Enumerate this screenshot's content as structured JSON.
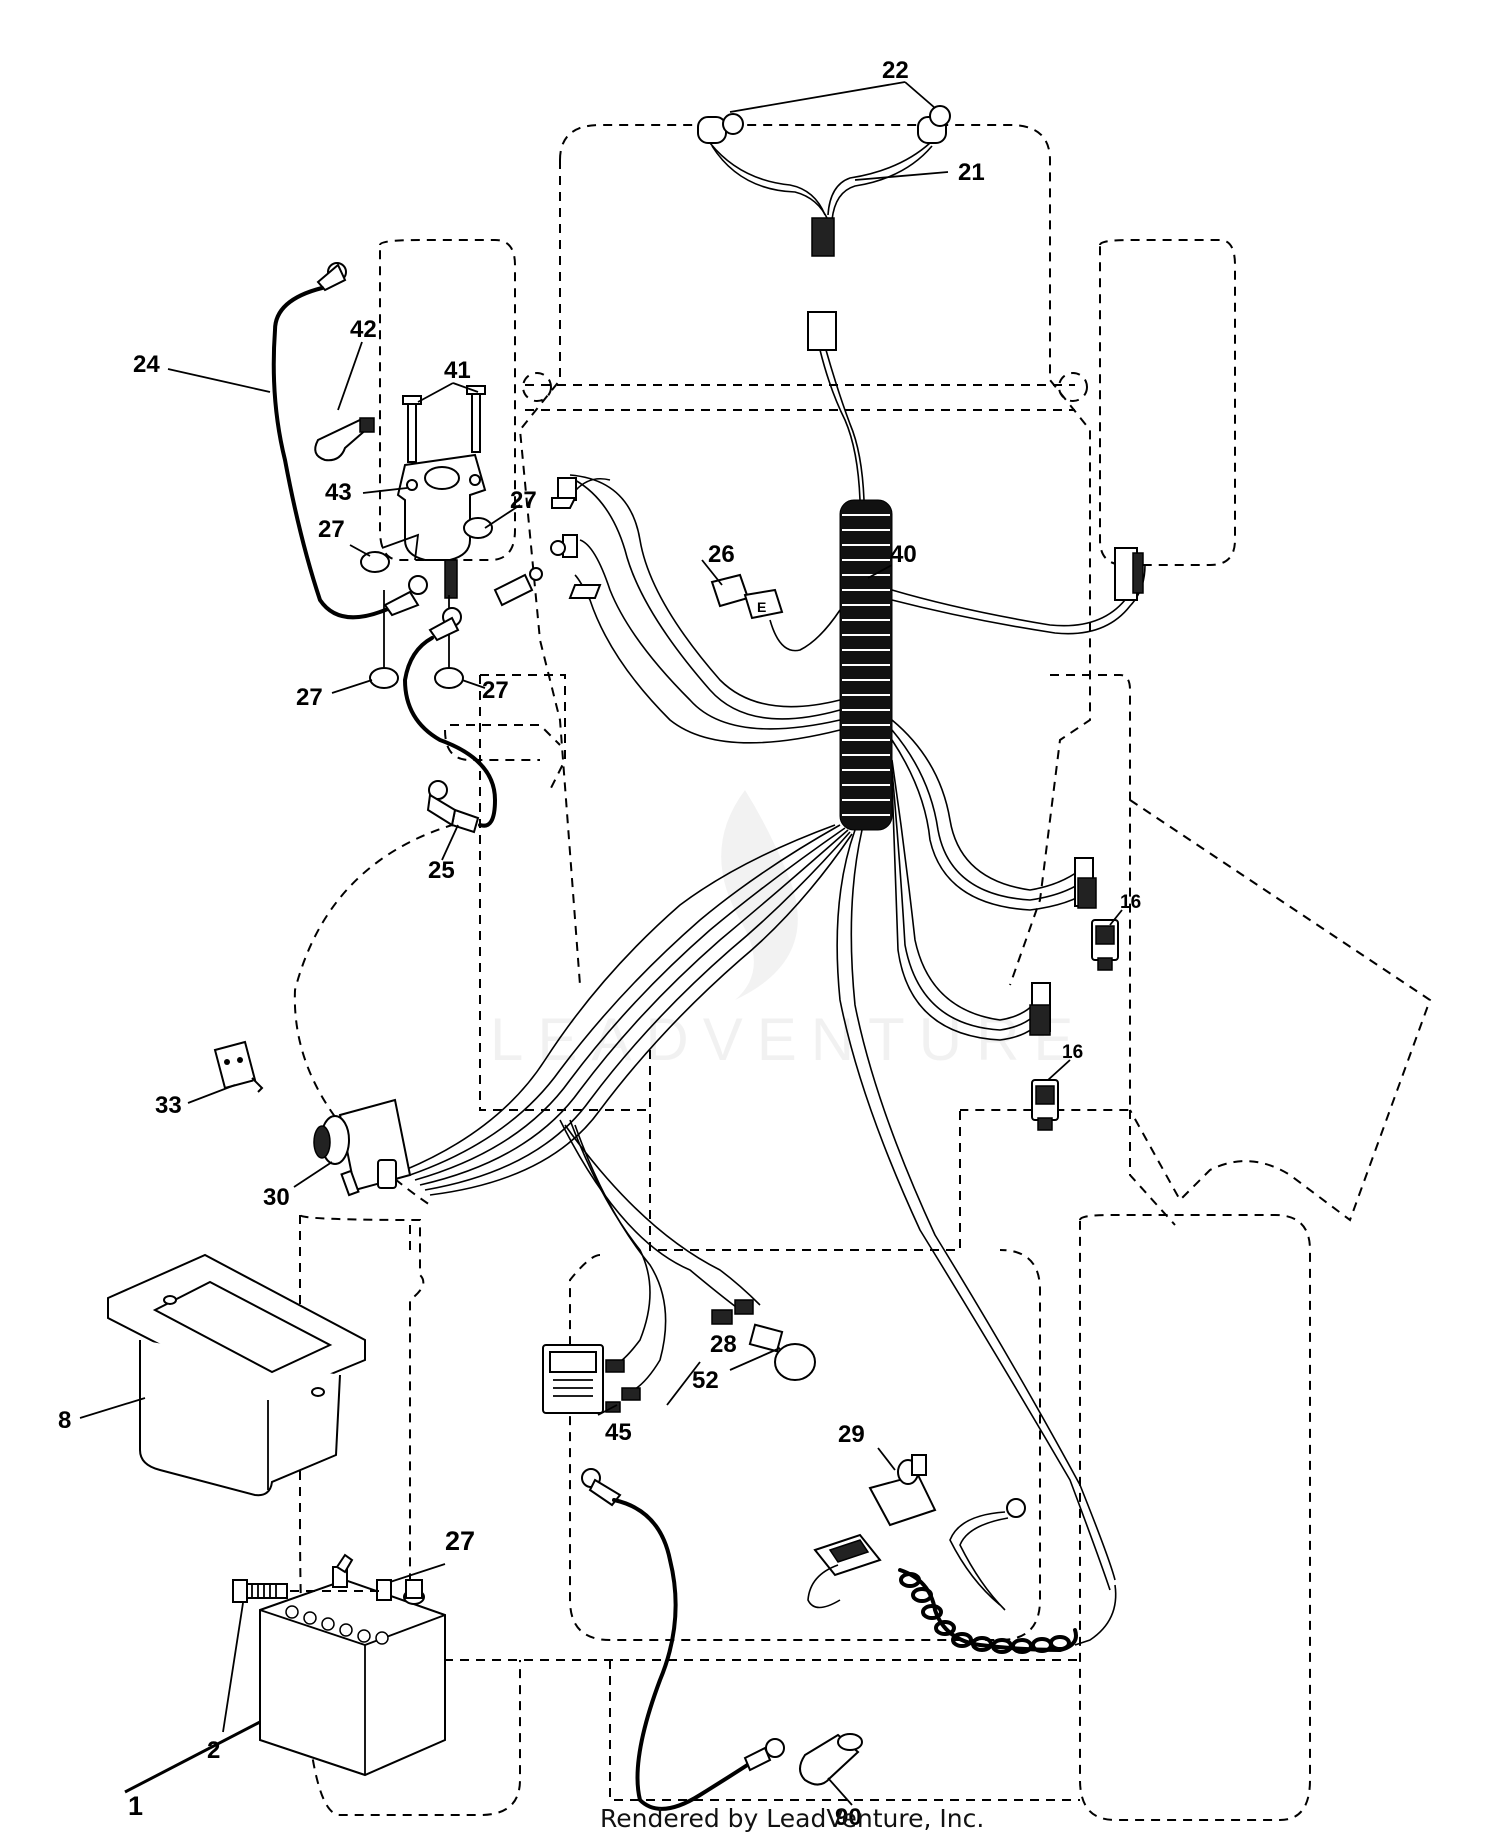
{
  "callouts": {
    "c1": "1",
    "c2": "2",
    "c8": "8",
    "c16a": "16",
    "c16b": "16",
    "c21": "21",
    "c22": "22",
    "c24": "24",
    "c25": "25",
    "c26": "26",
    "c27a": "27",
    "c27b": "27",
    "c27c": "27",
    "c27d": "27",
    "c27e": "27",
    "c28": "28",
    "c29": "29",
    "c30": "30",
    "c33": "33",
    "c40": "40",
    "c41": "41",
    "c42": "42",
    "c43": "43",
    "c45": "45",
    "c52": "52",
    "c90": "90"
  },
  "watermark": "LEADVENTURE",
  "footer": "Rendered by LeadVenture, Inc."
}
